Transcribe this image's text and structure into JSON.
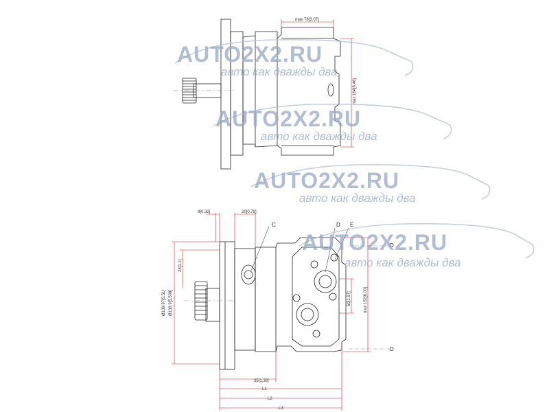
{
  "top_view": {
    "dim_width": "max 78[3.07]",
    "dim_height": "max 164[6.46]"
  },
  "front_view": {
    "dim_a": "8[0.32]",
    "dim_b": "20[0.79]",
    "dim_28": "28[1.1]",
    "dim_dia1": "Ø139.97[5.51]",
    "dim_dia2": "Ø139.9[5.508]",
    "dim_50": "50[1.97]",
    "dim_152": "max 152[6.00]",
    "dim_35": "35[1.38]",
    "L1": "L1",
    "L2": "L2",
    "L3": "L3",
    "callout_c": "C",
    "callout_d": "D",
    "callout_e": "E",
    "axis_d_top": "D",
    "axis_d_bottom": "D"
  },
  "watermarks": [
    {
      "title": "AUTO2X2.RU",
      "subtitle": "авто как дважды два"
    },
    {
      "title": "AUTO2X2.RU",
      "subtitle": "авто как дважды два"
    },
    {
      "title": "AUTO2X2.RU",
      "subtitle": "авто как дважды два"
    },
    {
      "title": "AUTO2X2.RU",
      "subtitle": "авто как дважды два"
    }
  ]
}
